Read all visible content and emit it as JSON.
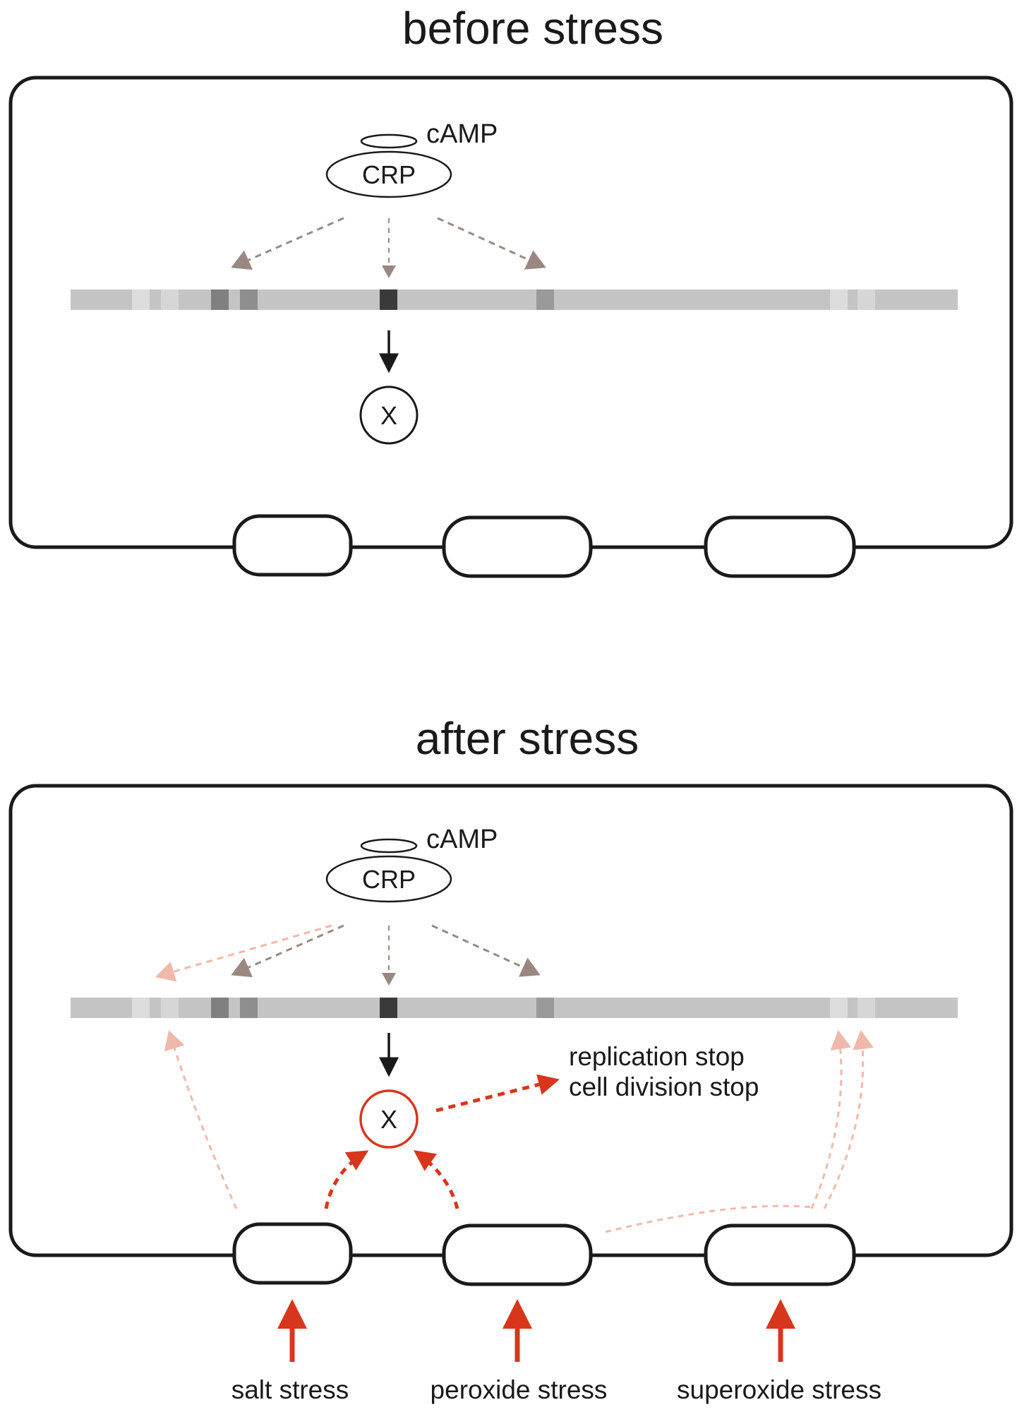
{
  "panels": {
    "before": {
      "title": "before stress",
      "cofactor": "cAMP",
      "regulator": "CRP",
      "target": "X"
    },
    "after": {
      "title": "after stress",
      "cofactor": "cAMP",
      "regulator": "CRP",
      "target": "X",
      "effects": [
        "replication stop",
        "cell division stop"
      ],
      "stresses": [
        "salt stress",
        "peroxide stress",
        "superoxide stress"
      ]
    }
  },
  "colors": {
    "outline": "#1a1a1a",
    "dna": "#c4c4c4",
    "stress_red": "#d8361c",
    "faint_red": "#f0b8aa",
    "crp_arrow": "#9a8880"
  }
}
